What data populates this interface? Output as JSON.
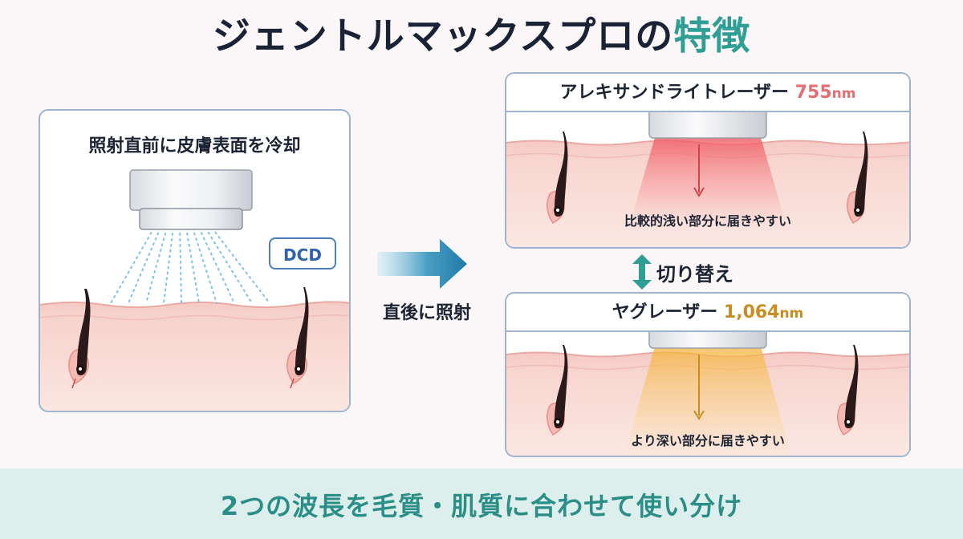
{
  "title": {
    "main": "ジェントルマックスプロの",
    "accent": "特徴"
  },
  "colors": {
    "accent": "#2f9e94",
    "alex_wavelength": "#e26d73",
    "yag_wavelength": "#c98d22",
    "panel_border": "#9fb3cf",
    "footer_bg": "#dcefed",
    "footer_text": "#2a8e86"
  },
  "left_panel": {
    "caption": "照射直前に皮膚表面を冷却",
    "badge": "DCD"
  },
  "middle": {
    "label": "直後に照射",
    "icon": "arrow-right-icon"
  },
  "alex": {
    "title": "アレキサンドライトレーザー",
    "wavelength": "755",
    "unit": "nm",
    "note": "比較的浅い部分に届きやすい"
  },
  "switch": {
    "label": "切り替え",
    "icon": "double-arrow-vertical-icon"
  },
  "yag": {
    "title": "ヤグレーザー",
    "wavelength": "1,064",
    "unit": "nm",
    "note": "より深い部分に届きやすい"
  },
  "footer": {
    "text": "2つの波長を毛質・肌質に合わせて使い分け"
  }
}
